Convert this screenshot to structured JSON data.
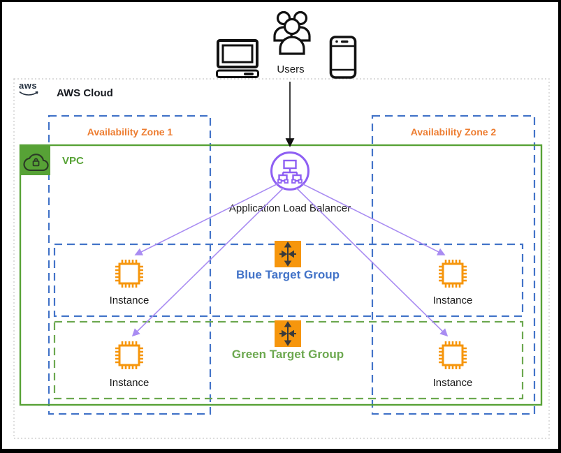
{
  "users": {
    "label": "Users"
  },
  "aws_cloud": {
    "logo": "aws",
    "label": "AWS Cloud"
  },
  "zones": [
    {
      "label": "Availability Zone 1"
    },
    {
      "label": "Availability Zone 2"
    }
  ],
  "vpc": {
    "label": "VPC"
  },
  "alb": {
    "label": "Application Load Balancer"
  },
  "target_groups": [
    {
      "name": "blue",
      "label": "Blue Target Group"
    },
    {
      "name": "green",
      "label": "Green Target Group"
    }
  ],
  "instances": [
    {
      "group": "blue",
      "zone": "1",
      "label": "Instance"
    },
    {
      "group": "blue",
      "zone": "2",
      "label": "Instance"
    },
    {
      "group": "green",
      "zone": "1",
      "label": "Instance"
    },
    {
      "group": "green",
      "zone": "2",
      "label": "Instance"
    }
  ],
  "colors": {
    "az_blue": "#4273C8",
    "az_orange": "#ED7D31",
    "vpc_green": "#57A236",
    "tg_green": "#6CA84F",
    "icon_orange": "#F6960D",
    "alb_purple": "#8E5FF3",
    "arrow_purple": "#A98CF2",
    "aws_dark": "#232F3E",
    "cloud_border": "#D0D0D0"
  }
}
